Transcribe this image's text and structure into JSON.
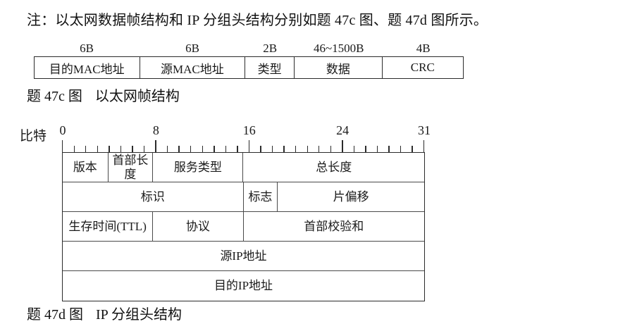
{
  "note": {
    "text": "注：以太网数据帧结构和 IP 分组头结构分别如题 47c 图、题 47d 图所示。"
  },
  "ethernet_figure": {
    "caption_label": "题 47c 图",
    "caption_title": "以太网帧结构",
    "columns": [
      {
        "size_label": "6B",
        "field": "目的MAC地址",
        "width_pct": 24.6
      },
      {
        "size_label": "6B",
        "field": "源MAC地址",
        "width_pct": 24.6
      },
      {
        "size_label": "2B",
        "field": "类型",
        "width_pct": 11.5
      },
      {
        "size_label": "46~1500B",
        "field": "数据",
        "width_pct": 20.5
      },
      {
        "size_label": "4B",
        "field": "CRC",
        "width_pct": 18.8
      }
    ]
  },
  "ip_figure": {
    "caption_label": "题 47d 图",
    "caption_title": "IP 分组头结构",
    "bit_axis_label": "比特",
    "bit_ticks": [
      {
        "bit": 0,
        "label": "0",
        "major": true
      },
      {
        "bit": 1,
        "label": "",
        "major": false
      },
      {
        "bit": 2,
        "label": "",
        "major": false
      },
      {
        "bit": 3,
        "label": "",
        "major": false
      },
      {
        "bit": 4,
        "label": "",
        "major": false
      },
      {
        "bit": 5,
        "label": "",
        "major": false
      },
      {
        "bit": 6,
        "label": "",
        "major": false
      },
      {
        "bit": 7,
        "label": "",
        "major": false
      },
      {
        "bit": 8,
        "label": "8",
        "major": true
      },
      {
        "bit": 9,
        "label": "",
        "major": false
      },
      {
        "bit": 10,
        "label": "",
        "major": false
      },
      {
        "bit": 11,
        "label": "",
        "major": false
      },
      {
        "bit": 12,
        "label": "",
        "major": false
      },
      {
        "bit": 13,
        "label": "",
        "major": false
      },
      {
        "bit": 14,
        "label": "",
        "major": false
      },
      {
        "bit": 15,
        "label": "",
        "major": false
      },
      {
        "bit": 16,
        "label": "16",
        "major": true
      },
      {
        "bit": 17,
        "label": "",
        "major": false
      },
      {
        "bit": 18,
        "label": "",
        "major": false
      },
      {
        "bit": 19,
        "label": "",
        "major": false
      },
      {
        "bit": 20,
        "label": "",
        "major": false
      },
      {
        "bit": 21,
        "label": "",
        "major": false
      },
      {
        "bit": 22,
        "label": "",
        "major": false
      },
      {
        "bit": 23,
        "label": "",
        "major": false
      },
      {
        "bit": 24,
        "label": "24",
        "major": true
      },
      {
        "bit": 25,
        "label": "",
        "major": false
      },
      {
        "bit": 26,
        "label": "",
        "major": false
      },
      {
        "bit": 27,
        "label": "",
        "major": false
      },
      {
        "bit": 28,
        "label": "",
        "major": false
      },
      {
        "bit": 29,
        "label": "",
        "major": false
      },
      {
        "bit": 30,
        "label": "",
        "major": false
      },
      {
        "bit": 31,
        "label": "31",
        "major": true
      }
    ],
    "rows": [
      {
        "cells": [
          {
            "label": "版本",
            "width_pct": 12.6,
            "two_line": false
          },
          {
            "label": "首部长度",
            "width_pct": 12.4,
            "two_line": true
          },
          {
            "label": "服务类型",
            "width_pct": 25.0,
            "two_line": false
          },
          {
            "label": "总长度",
            "width_pct": 50.0,
            "two_line": false
          }
        ]
      },
      {
        "cells": [
          {
            "label": "标识",
            "width_pct": 50.0,
            "two_line": false
          },
          {
            "label": "标志",
            "width_pct": 9.5,
            "two_line": false
          },
          {
            "label": "片偏移",
            "width_pct": 40.5,
            "two_line": false
          }
        ]
      },
      {
        "cells": [
          {
            "label": "生存时间(TTL)",
            "width_pct": 25.0,
            "two_line": false
          },
          {
            "label": "协议",
            "width_pct": 25.0,
            "two_line": false
          },
          {
            "label": "首部校验和",
            "width_pct": 50.0,
            "two_line": false
          }
        ]
      },
      {
        "cells": [
          {
            "label": "源IP地址",
            "width_pct": 100.0,
            "two_line": false
          }
        ]
      },
      {
        "cells": [
          {
            "label": "目的IP地址",
            "width_pct": 100.0,
            "two_line": false
          }
        ]
      }
    ]
  },
  "colors": {
    "text": "#111111",
    "border": "#2b2b2b",
    "inner_border": "#4a4a4a",
    "background": "#ffffff"
  }
}
